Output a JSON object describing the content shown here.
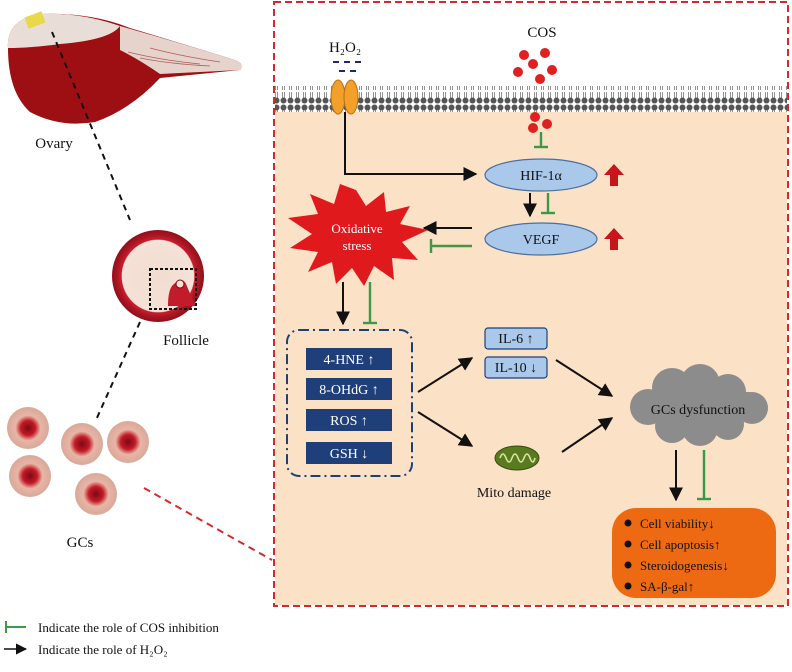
{
  "left": {
    "ovary_label": "Ovary",
    "follicle_label": "Follicle",
    "gcs_label": "GCs"
  },
  "membrane": {
    "h2o2_label": "H₂O₂",
    "cos_label": "COS"
  },
  "pathway": {
    "hif_label": "HIF-1α",
    "vegf_label": "VEGF",
    "oxidative_label_1": "Oxidative",
    "oxidative_label_2": "stress"
  },
  "markers": [
    "4-HNE ↑",
    "8-OHdG ↑",
    "ROS ↑",
    "GSH ↓"
  ],
  "cytokines": [
    "IL-6 ↑",
    "IL-10 ↓"
  ],
  "mito_label": "Mito damage",
  "dysfunction_label": "GCs dysfunction",
  "outcomes": [
    "Cell viability↓",
    "Cell apoptosis↑",
    "Steroidogenesis↓",
    "SA-β-gal↑"
  ],
  "legend": {
    "inhibition": "Indicate the role of COS inhibition",
    "h2o2": "Indicate the role of H₂O₂"
  },
  "colors": {
    "panel_border": "#d42a2a",
    "cytoplasm": "#fbe1c6",
    "ellipse_fill": "#a9c8ea",
    "ellipse_stroke": "#4a6fa0",
    "marker_box": "#1f3f7a",
    "up_arrow": "#c8141a",
    "inhibit_green": "#3a9a48",
    "cos_dot": "#e01f1f",
    "cloud": "#8c8c8c",
    "outcome_box": "#ee6a12"
  }
}
